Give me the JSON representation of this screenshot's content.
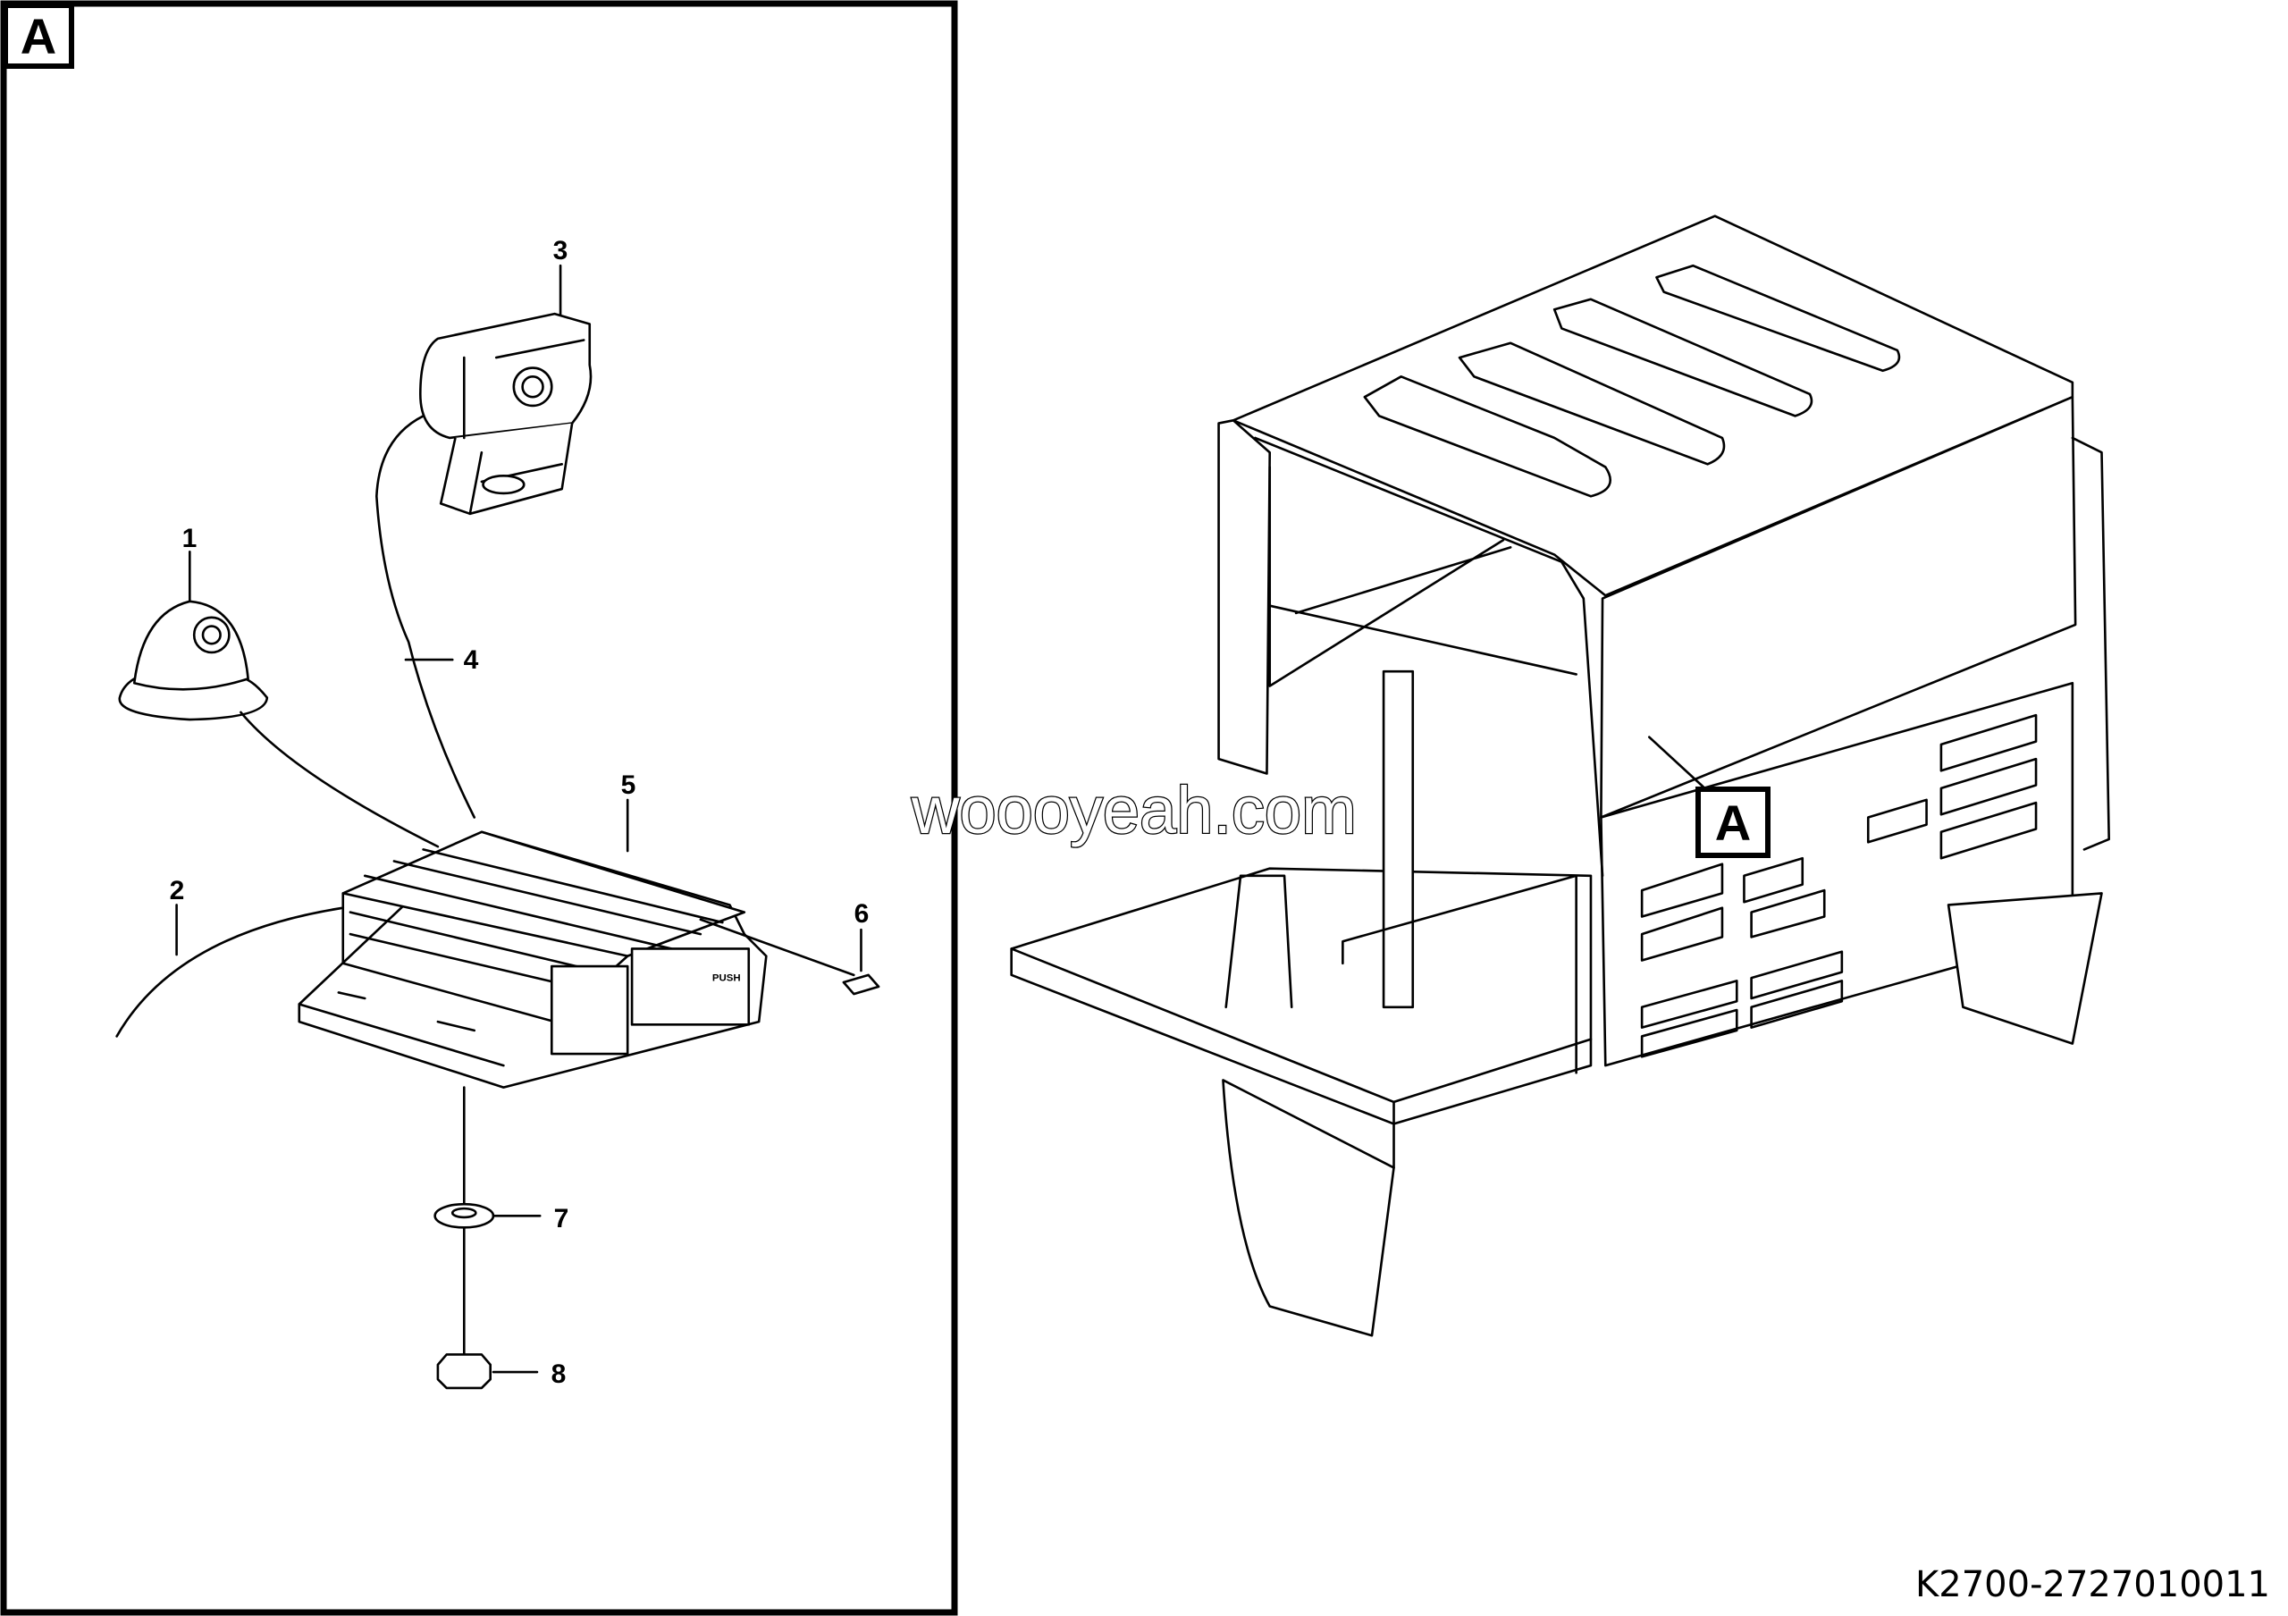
{
  "detail_view": {
    "marker": "A",
    "callouts": [
      "1",
      "2",
      "3",
      "4",
      "5",
      "6",
      "7",
      "8"
    ]
  },
  "main_view": {
    "marker": "A"
  },
  "watermark": "woooyeah.com",
  "document_id": "K2700-2727010011"
}
